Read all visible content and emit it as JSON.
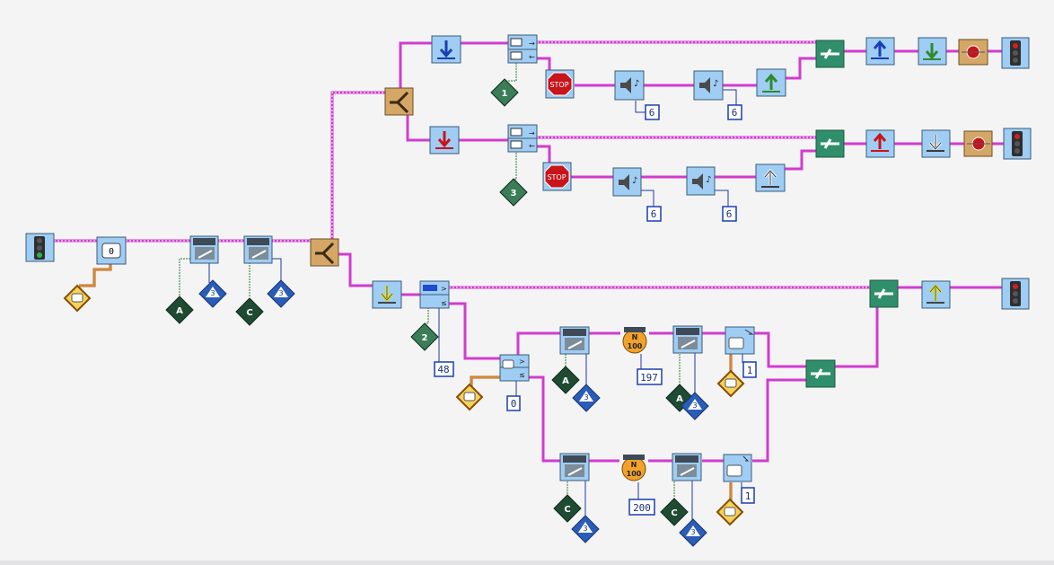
{
  "program": {
    "title": "",
    "colors": {
      "wire": "#d23bd0",
      "block": "#9fcdf3",
      "fork": "#d4a766",
      "sensor": "#e8a93b",
      "port": "#1f4b33",
      "signal_red": "#d12020",
      "signal_green": "#2fb24a",
      "arrow_blue": "#1a3fb0",
      "arrow_red": "#c8141b",
      "arrow_green": "#2f8a2f",
      "arrow_yellow": "#e3df1a"
    },
    "values": {
      "counter_reset": "0",
      "port_a": "A",
      "port_c": "C",
      "power": "3",
      "sensor_input": "1",
      "sensor_input_3": "3",
      "sensor_input_2": "2",
      "wait_1": "6",
      "wait_2": "6",
      "wait_3": "6",
      "wait_4": "6",
      "threshold": "48",
      "threshold_2": "0",
      "rotation_a": "197",
      "rotation_c": "200",
      "touch_a": "1",
      "touch_c": "1",
      "stop_label": "STOP",
      "timer_1": "100",
      "timer_2": "100",
      "timer_n": "N"
    }
  }
}
